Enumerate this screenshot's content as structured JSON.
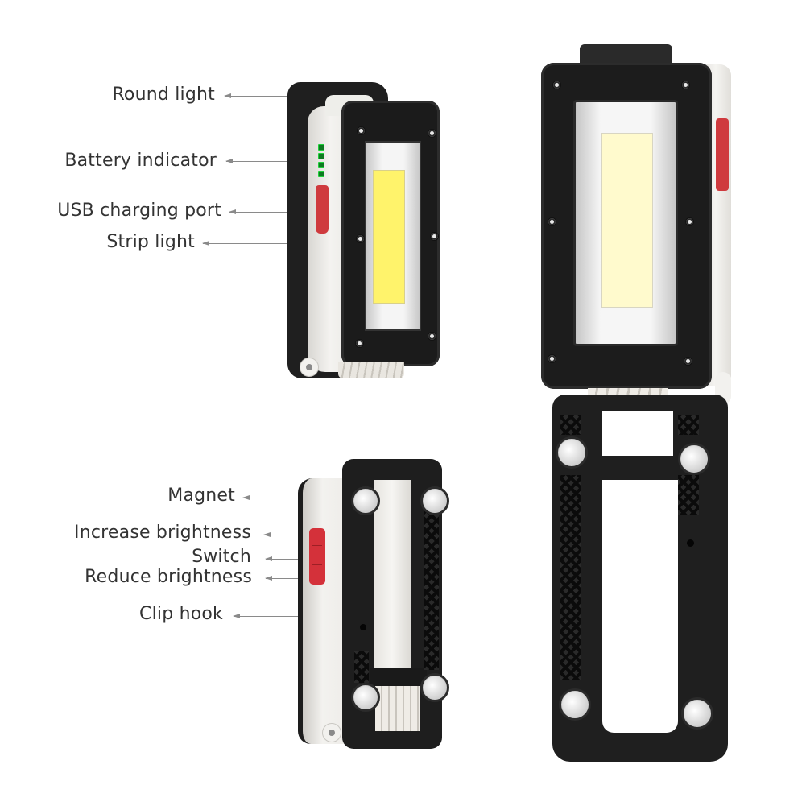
{
  "colors": {
    "background": "#ffffff",
    "label_text": "#333333",
    "leader_line": "#8a8a8a",
    "housing_black": "#1e1e1e",
    "housing_white": "#f0eeea",
    "cob_panel_yellow": "#fff36b",
    "cob_panel_pale": "#fffacd",
    "button_red": "#d4313a",
    "battery_led_green": "#1fd13a"
  },
  "top_device": {
    "callouts": [
      {
        "label": "Round light"
      },
      {
        "label": "Battery indicator"
      },
      {
        "label": "USB charging port"
      },
      {
        "label": "Strip light"
      }
    ],
    "battery_leds": 4
  },
  "bottom_device": {
    "callouts": [
      {
        "label": "Magnet"
      },
      {
        "label": "Increase brightness"
      },
      {
        "label": "Switch"
      },
      {
        "label": "Reduce brightness"
      },
      {
        "label": "Clip hook"
      }
    ]
  },
  "right_device": {
    "description": "unfolded work light with hanging frame",
    "magnets": 4
  }
}
